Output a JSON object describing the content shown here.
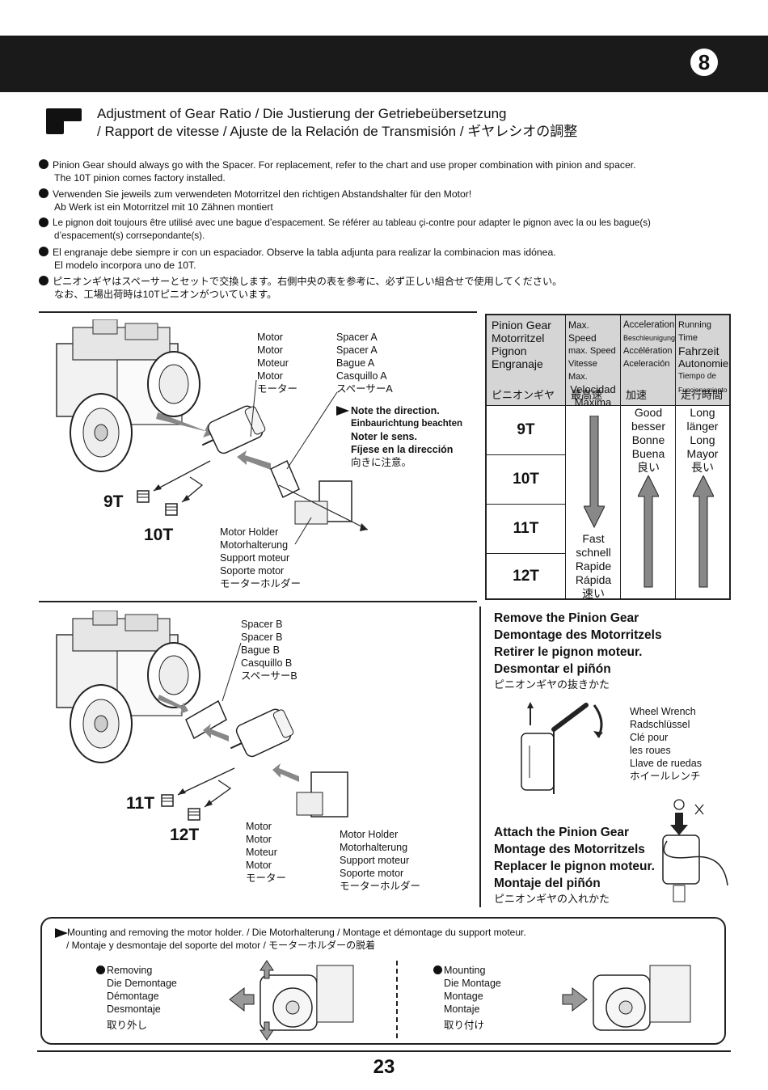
{
  "header": {
    "step_number": "8"
  },
  "title": {
    "line1": "Adjustment of Gear Ratio / Die Justierung der Getriebeübersetzung",
    "line2": "/ Rapport de vitesse / Ajuste de la Relación de Transmisión   / ギヤレシオの調整"
  },
  "instructions": [
    {
      "line1": "Pinion Gear should always go with the Spacer.  For replacement, refer to the chart and use proper combination with pinion and spacer.",
      "line2": "The 10T pinion comes factory installed."
    },
    {
      "line1": "Verwenden Sie jeweils zum verwendeten Motorritzel den richtigen Abstandshalter für den Motor!",
      "line2": " Ab Werk ist ein Motorritzel mit 10 Zähnen montiert"
    },
    {
      "line1": "Le pignon doit toujours être utilisé avec une bague d’espacement. Se référer au tableau çi-contre pour adapter le pignon avec la ou les bague(s)",
      "line2": "d’espacement(s) corrsepondante(s)."
    },
    {
      "line1": "El engranaje debe siempre ir con un espaciador. Observe la tabla adjunta para realizar la combinacion mas idónea.",
      "line2": " El modelo incorpora uno de 10T."
    },
    {
      "line1": "ピニオンギヤはスペーサーとセットで交換します。右側中央の表を参考に、必ず正しい組合せで使用してください。",
      "line2": "なお、工場出荷時は10Tピニオンがついています。"
    }
  ],
  "top_diagram": {
    "motor": [
      "Motor",
      "Motor",
      "Moteur",
      "Motor",
      "モーター"
    ],
    "spacer": [
      "Spacer A",
      "Spacer A",
      "Bague  A",
      "Casquillo A",
      "スペーサーA"
    ],
    "note": [
      "Note the direction.",
      "Einbaurichtung beachten",
      "Noter le sens.",
      "Fíjese en la dirección",
      "向きに注意。"
    ],
    "holder": [
      "Motor Holder",
      "Motorhalterung",
      "Support moteur",
      "Soporte motor",
      "モーターホルダー"
    ],
    "pinion_a": "9T",
    "pinion_b": "10T"
  },
  "bottom_diagram": {
    "spacer": [
      "Spacer B",
      "Spacer B",
      "Bague  B",
      "Casquillo B",
      "スペーサーB"
    ],
    "motor": [
      "Motor",
      "Motor",
      "Moteur",
      "Motor",
      "モーター"
    ],
    "holder": [
      "Motor Holder",
      "Motorhalterung",
      "Support moteur",
      "Soporte motor",
      "モーターホルダー"
    ],
    "pinion_a": "11T",
    "pinion_b": "12T"
  },
  "gear_table": {
    "headers": [
      {
        "lines": [
          "Pinion Gear",
          "Motorritzel",
          "Pignon",
          "Engranaje"
        ],
        "jp": "ピニオンギヤ"
      },
      {
        "lines": [
          "Max. Speed",
          "max. Speed",
          "Vitesse Max.",
          "Velocidad",
          "Máxima"
        ],
        "jp": "最高速"
      },
      {
        "lines": [
          "Acceleration",
          "Beschleunigung",
          "Accélération",
          "Aceleración"
        ],
        "jp": "加速"
      },
      {
        "lines": [
          "Running Time",
          "Fahrzeit",
          "Autonomie",
          "Tiempo de",
          "Funcionamiento"
        ],
        "jp": "走行時間"
      }
    ],
    "rows": [
      "9T",
      "10T",
      "11T",
      "12T"
    ],
    "speed_bottom": [
      "Fast",
      "schnell",
      "Rapide",
      "Rápida",
      "速い"
    ],
    "accel_top": [
      "Good",
      "besser",
      "Bonne",
      "Buena",
      "良い"
    ],
    "runtime_top": [
      "Long",
      "länger",
      "Long",
      "Mayor",
      "長い"
    ]
  },
  "remove_section": {
    "heading": [
      "Remove the Pinion Gear",
      "Demontage des Motorritzels",
      "Retirer le pignon moteur.",
      "Desmontar el piñón"
    ],
    "heading_jp": "ピニオンギヤの抜きかた",
    "tool": [
      "Wheel Wrench",
      "Radschlüssel",
      "Clé pour",
      "  les roues",
      "Llave de ruedas",
      "ホイールレンチ"
    ]
  },
  "attach_section": {
    "heading": [
      "Attach the Pinion Gear",
      "Montage des Motorritzels",
      "Replacer le pignon moteur.",
      "Montaje del piñón"
    ],
    "heading_jp": "ピニオンギヤの入れかた"
  },
  "holder_box": {
    "line1": "Mounting and removing the motor holder. / Die Motorhalterung / Montage et démontage du support moteur.",
    "line2": "/ Montaje y desmontaje del soporte del motor /  モーターホルダーの脱着",
    "removing": [
      "Removing",
      "Die Demontage",
      "Démontage",
      "Desmontaje",
      "取り外し"
    ],
    "mounting": [
      "Mounting",
      "Die Montage",
      "Montage",
      "Montaje",
      "取り付け"
    ]
  },
  "page_number": "23"
}
